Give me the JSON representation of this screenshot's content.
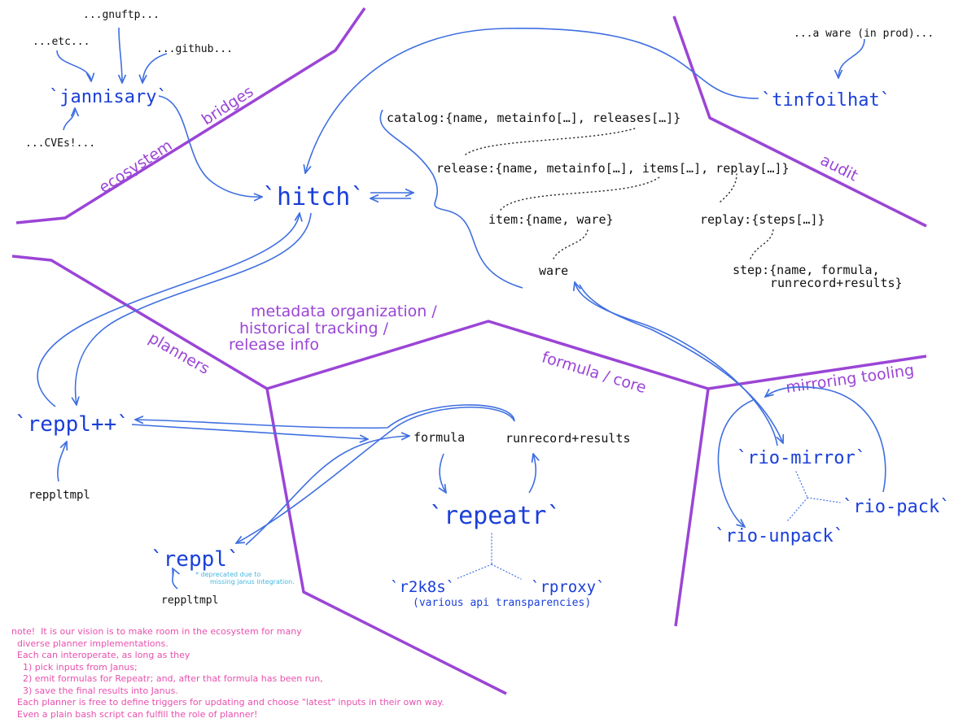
{
  "colors": {
    "tool": "#1a3fd9",
    "arrow": "#3f6fe0",
    "region": "#9b45d6",
    "note": "#e84fae",
    "footnote": "#45b7e0"
  },
  "regions": {
    "ecosystem": "ecosystem",
    "bridges": "bridges",
    "audit": "audit",
    "planners": "planners",
    "metadata_1": "metadata organization /",
    "metadata_2": "historical tracking /",
    "metadata_3": "release info",
    "formula_core": "formula / core",
    "mirroring": "mirroring tooling"
  },
  "sources": {
    "gnuftp": "...gnuftp...",
    "etc": "...etc...",
    "github": "...github...",
    "cves": "...CVEs!...",
    "ware_prod": "...a ware (in prod)..."
  },
  "tools": {
    "jannisary": "`jannisary`",
    "tinfoilhat": "`tinfoilhat`",
    "hitch": "`hitch`",
    "repplpp": "`reppl++`",
    "reppl": "`reppl`",
    "repeatr": "`repeatr`",
    "r2k8s": "`r2k8s`",
    "rproxy": "`rproxy`",
    "rio_mirror": "`rio-mirror`",
    "rio_pack": "`rio-pack`",
    "rio_unpack": "`rio-unpack`"
  },
  "schema": {
    "catalog": "catalog:{name, metainfo[…], releases[…]}",
    "release": "release:{name, metainfo[…], items[…], replay[…]}",
    "item": "item:{name, ware}",
    "replay": "replay:{steps[…]}",
    "ware": "ware",
    "step_1": "step:{name, formula,",
    "step_2": "runrecord+results}"
  },
  "core": {
    "formula": "formula",
    "runrecord": "runrecord+results",
    "transparencies": "(various api transparencies)"
  },
  "templates": {
    "repplpp_tmpl": "reppltmpl",
    "reppl_tmpl": "reppltmpl"
  },
  "footnote": {
    "line_1": "* deprecated due to",
    "line_2": "missing janus integration."
  },
  "note": {
    "lines": [
      "note!  It is our vision is to make room in the ecosystem for many",
      "  diverse planner implementations.",
      "  Each can interoperate, as long as they",
      "    1) pick inputs from Janus;",
      "    2) emit formulas for Repeatr; and, after that formula has been run,",
      "    3) save the final results into Janus.",
      "  Each planner is free to define triggers for updating and choose \"latest\" inputs in their own way.",
      "  Even a plain bash script can fulfill the role of planner!"
    ]
  }
}
